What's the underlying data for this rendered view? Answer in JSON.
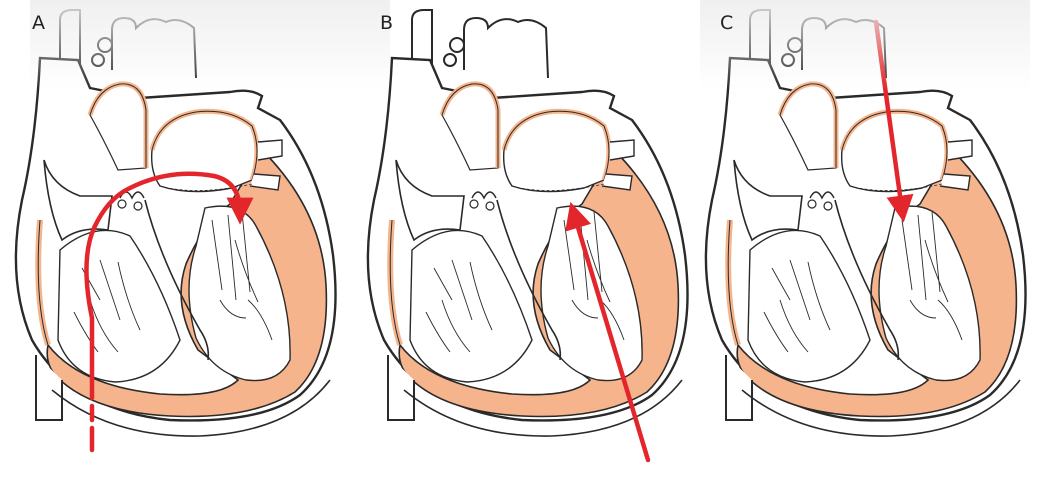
{
  "panels": [
    {
      "label": "A",
      "catheter": "dashed-curved",
      "approach": "inferior-transseptal"
    },
    {
      "label": "B",
      "catheter": "straight-up",
      "approach": "transapical"
    },
    {
      "label": "C",
      "catheter": "straight-down",
      "approach": "transatrial"
    }
  ],
  "colors": {
    "myocardium": "#f6b48c",
    "outline": "#2a2a2a",
    "arrow": "#e3262b",
    "background": "#ffffff"
  }
}
